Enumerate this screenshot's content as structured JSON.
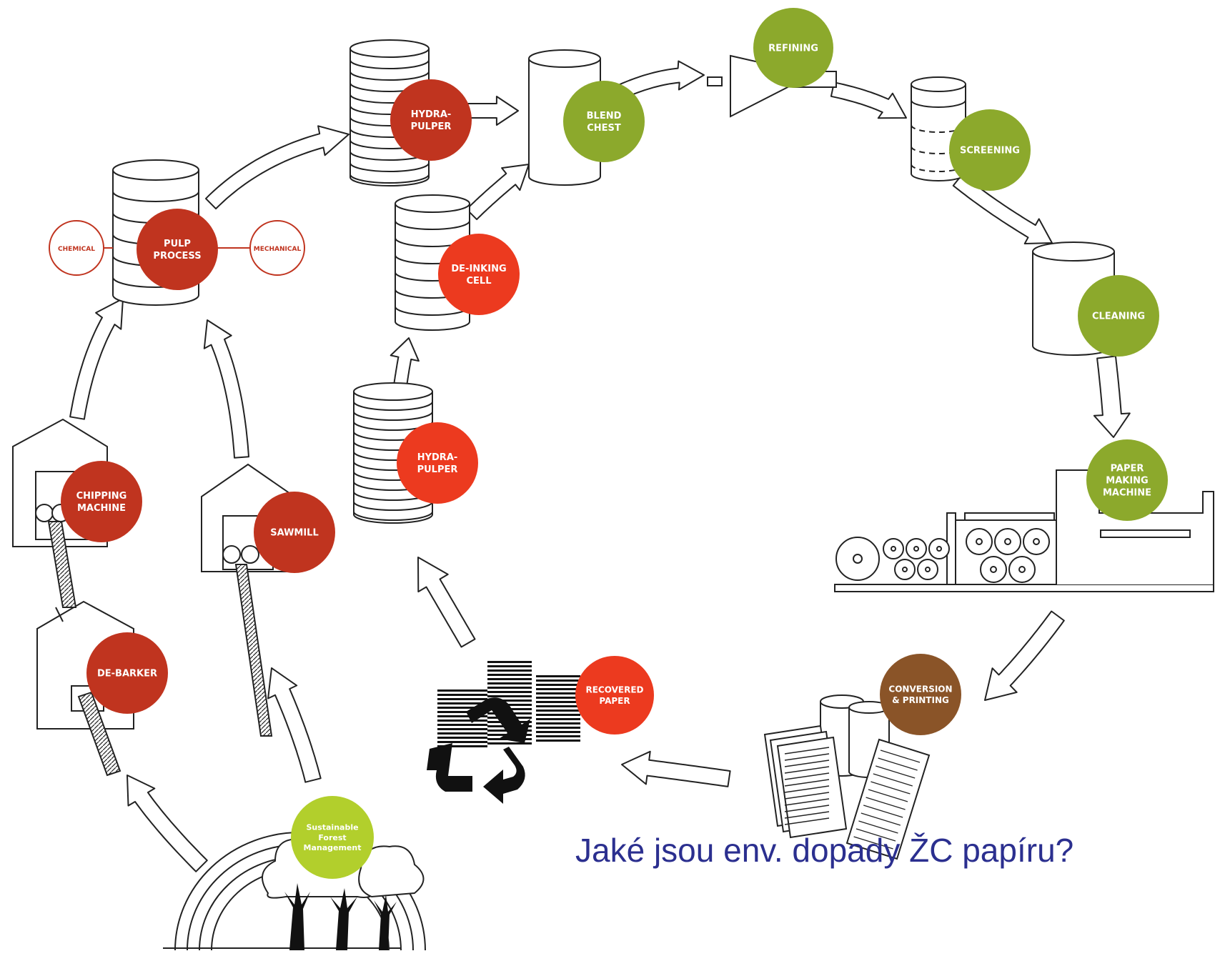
{
  "colors": {
    "dark_red": "#c0341f",
    "bright_red": "#ec3a1f",
    "olive_green": "#8ca92c",
    "lime_green": "#b2cf2c",
    "brown": "#8a5428",
    "outline": "#222222",
    "caption": "#2b2f8f"
  },
  "nodes": {
    "sustainable_forest": "Sustainable\nForest\nManagement",
    "de_barker": "DE-BARKER",
    "chipping_machine": "CHIPPING\nMACHINE",
    "sawmill": "SAWMILL",
    "pulp_process": "PULP\nPROCESS",
    "chemical": "CHEMICAL",
    "mechanical": "MECHANICAL",
    "hydra_pulper_top": "HYDRA-\nPULPER",
    "blend_chest": "BLEND\nCHEST",
    "refining": "REFINING",
    "screening": "SCREENING",
    "cleaning": "CLEANING",
    "paper_making_machine": "PAPER\nMAKING\nMACHINE",
    "conversion_printing": "CONVERSION\n& PRINTING",
    "recovered_paper": "RECOVERED\nPAPER",
    "hydra_pulper_bottom": "HYDRA-\nPULPER",
    "de_inking_cell": "DE-INKING\nCELL"
  },
  "caption": "Jaké jsou env. dopady ŽC papíru?"
}
